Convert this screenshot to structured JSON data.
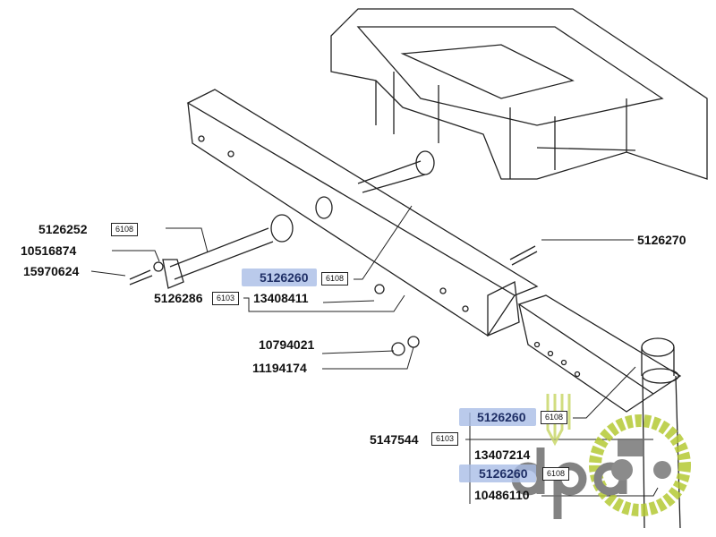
{
  "parts": [
    {
      "number": "5126252",
      "ref": "6108"
    },
    {
      "number": "10516874"
    },
    {
      "number": "15970624"
    },
    {
      "number": "5126286",
      "ref": "6103"
    },
    {
      "number": "5126260",
      "ref": "6108",
      "highlighted": true
    },
    {
      "number": "13408411"
    },
    {
      "number": "10794021"
    },
    {
      "number": "11194174"
    },
    {
      "number": "5126270"
    },
    {
      "number": "5126260",
      "ref": "6108",
      "highlighted": true
    },
    {
      "number": "5147544",
      "ref": "6103"
    },
    {
      "number": "13407214"
    },
    {
      "number": "5126260",
      "ref": "6108",
      "highlighted": true
    },
    {
      "number": "10486110"
    }
  ],
  "watermark": {
    "text": "dpa",
    "color": "#b5c935"
  },
  "highlight_color": "#a9bde6"
}
